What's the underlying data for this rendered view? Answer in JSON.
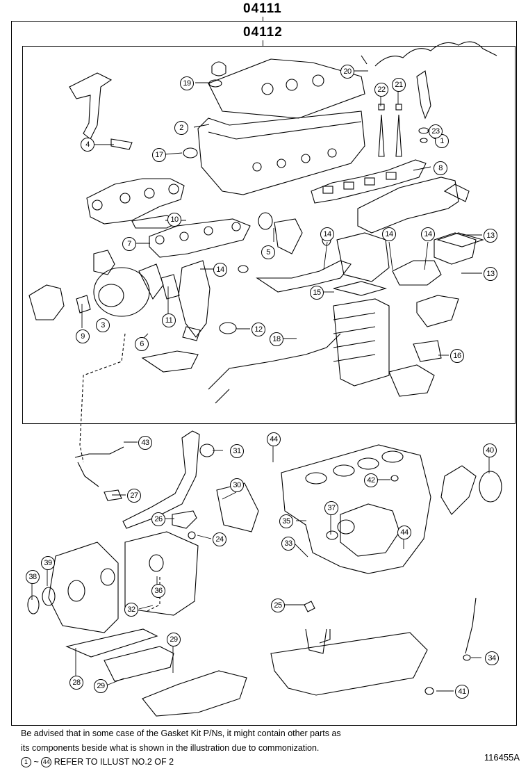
{
  "header": {
    "outer_code": "04111",
    "inner_code": "04112"
  },
  "callouts": [
    "1",
    "2",
    "3",
    "4",
    "5",
    "6",
    "7",
    "8",
    "9",
    "10",
    "11",
    "12",
    "13",
    "13",
    "14",
    "14",
    "14",
    "14",
    "15",
    "16",
    "17",
    "18",
    "19",
    "20",
    "21",
    "22",
    "23",
    "24",
    "25",
    "26",
    "27",
    "28",
    "29",
    "29",
    "30",
    "31",
    "32",
    "33",
    "34",
    "35",
    "36",
    "37",
    "38",
    "39",
    "40",
    "41",
    "42",
    "43",
    "44",
    "44"
  ],
  "footer": {
    "note_line1": "Be advised that in some case of the Gasket Kit P/Ns,  it might contain other parts as",
    "note_line2": "its components beside what is shown in the illustration due to commonization.",
    "ref_start": "1",
    "ref_tilde": "~",
    "ref_end": "44",
    "ref_text": "REFER TO ILLUST NO.2 OF 2",
    "figure_number": "116455A"
  }
}
